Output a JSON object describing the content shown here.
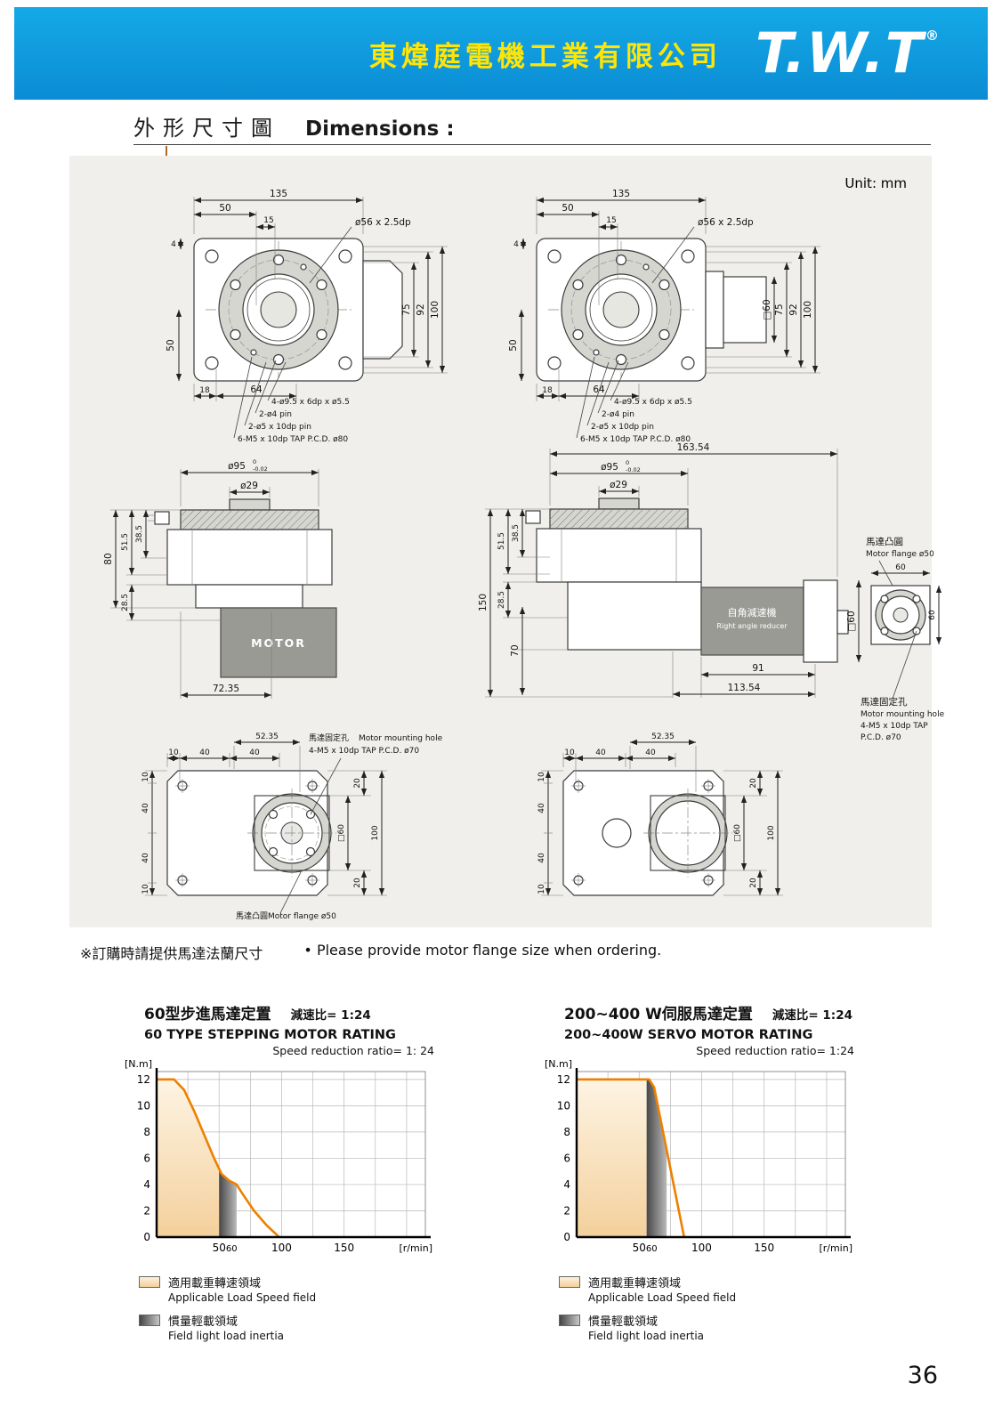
{
  "header": {
    "company": "東煒庭電機工業有限公司",
    "logo": "T.W.T",
    "reg": "®"
  },
  "title": {
    "zh": "外形尺寸圖",
    "en": "Dimensions :"
  },
  "unit_label": "Unit: mm",
  "front_view": {
    "d135": "135",
    "d50_top": "50",
    "d15": "15",
    "d4": "4",
    "d50_left": "50",
    "d18": "18",
    "d64": "64",
    "d75": "75",
    "d92": "92",
    "d100": "100",
    "bore": "ø56 x 2.5dp",
    "sq60": "□60",
    "callout1": "4-ø9.5 x 6dp x ø5.5",
    "callout2": "2-ø4 pin",
    "callout3": "2-ø5 x 10dp pin",
    "callout4": "6-M5 x 10dp TAP P.C.D. ø80"
  },
  "side_left": {
    "od": "ø95",
    "od_tol_hi": "0",
    "od_tol_lo": "-0.02",
    "bore": "ø29",
    "d80": "80",
    "d515": "51.5",
    "d385": "38.5",
    "d285": "28.5",
    "d7235": "72.35",
    "motor": "MOTOR"
  },
  "side_right": {
    "d16354": "163.54",
    "od": "ø95",
    "od_tol_hi": "0",
    "od_tol_lo": "-0.02",
    "bore": "ø29",
    "d515": "51.5",
    "d385": "38.5",
    "d285": "28.5",
    "d150": "150",
    "d70": "70",
    "d91": "91",
    "d11354": "113.54",
    "sq60": "□60",
    "reducer_zh": "自角減速機",
    "reducer_en": "Right angle reducer",
    "flange_zh": "馬達凸圓",
    "flange_en": "Motor flange ø50",
    "d60_top": "60",
    "d60_right": "60",
    "mount_zh": "馬達固定孔",
    "mount_en": "Motor mounting hole",
    "mount_tap": "4-M5 x 10dp TAP",
    "mount_pcd": "P.C.D. ø70"
  },
  "bottom_view": {
    "d5235": "52.35",
    "d10": "10",
    "d40": "40",
    "d20": "20",
    "sq60": "□60",
    "d100": "100",
    "mount_zh": "馬達固定孔",
    "mount_en": "Motor mounting hole",
    "mount_tap": "4-M5 x 10dp TAP P.C.D. ø70",
    "flange_label": "馬達凸圓Motor flange ø50"
  },
  "note": {
    "zh": "※訂購時請提供馬達法蘭尺寸",
    "en": "• Please provide motor flange size when ordering."
  },
  "legend": {
    "load_zh": "適用載重轉速領域",
    "load_en": "Applicable Load Speed field",
    "inertia_zh": "慣量輕載領域",
    "inertia_en": "Field light load inertia"
  },
  "page_number": "36",
  "chart_data": [
    {
      "type": "area",
      "title_zh": "60型步進馬達定置",
      "ratio_zh": "減速比= 1:24",
      "title_en": "60 TYPE STEPPING MOTOR RATING",
      "subtitle": "Speed reduction ratio= 1: 24",
      "ylabel": "[N.m]",
      "xlabel": "[r/min]",
      "xlim": [
        0,
        215
      ],
      "ylim": [
        0,
        12.6
      ],
      "yticks": [
        0,
        2,
        4,
        6,
        8,
        10,
        12
      ],
      "xticks": [
        50,
        60,
        100,
        150
      ],
      "curve_x": [
        0,
        14,
        22,
        30,
        38,
        46,
        52,
        58,
        64,
        68,
        78,
        88,
        98
      ],
      "curve_y": [
        12,
        12,
        11.2,
        9.6,
        7.8,
        6,
        4.8,
        4.3,
        4,
        3.4,
        2,
        0.9,
        0
      ],
      "load_region": [
        0,
        50
      ],
      "inertia_region": [
        50,
        64
      ],
      "accent": "#ee8000"
    },
    {
      "type": "area",
      "title_zh": "200~400 W伺服馬達定置",
      "ratio_zh": "減速比= 1:24",
      "title_en": "200~400W SERVO MOTOR RATING",
      "subtitle": "Speed reduction ratio= 1:24",
      "ylabel": "[N.m]",
      "xlabel": "[r/min]",
      "xlim": [
        0,
        215
      ],
      "ylim": [
        0,
        12.6
      ],
      "yticks": [
        0,
        2,
        4,
        6,
        8,
        10,
        12
      ],
      "xticks": [
        50,
        60,
        100,
        150
      ],
      "curve_x": [
        0,
        58,
        62,
        86
      ],
      "curve_y": [
        12,
        12,
        11.4,
        0
      ],
      "load_region": [
        0,
        56
      ],
      "inertia_region": [
        56,
        72
      ],
      "accent": "#ee8000"
    }
  ]
}
